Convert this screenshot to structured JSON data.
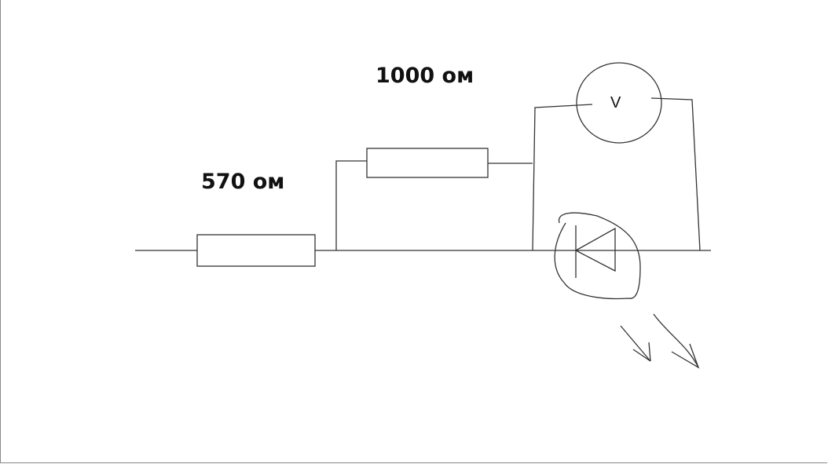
{
  "diagram": {
    "resistor1_label": "570 ом",
    "resistor2_label": "1000 ом",
    "voltmeter_label": "V"
  }
}
